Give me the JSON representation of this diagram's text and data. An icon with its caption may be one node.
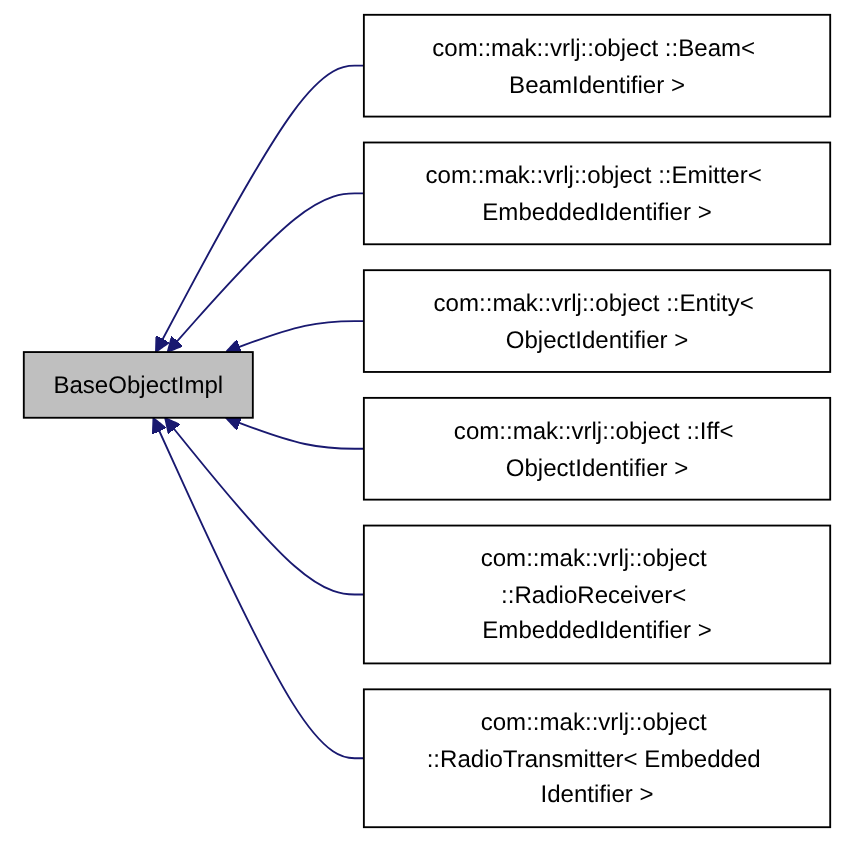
{
  "diagram": {
    "nodes": [
      {
        "text": [
          "BaseObjectImpl"
        ]
      },
      {
        "text": [
          "com::mak::vrlj::object ::Beam< BeamIdentifier >"
        ]
      },
      {
        "text": [
          "com::mak::vrlj::object ::Emitter< EmbeddedIdentifier >"
        ]
      },
      {
        "text": [
          "com::mak::vrlj::object ::Entity< ObjectIdentifier >"
        ]
      },
      {
        "text": [
          "com::mak::vrlj::object ::Iff< ObjectIdentifier >"
        ]
      },
      {
        "text": [
          "com::mak::vrlj::object ::RadioReceiver< EmbeddedIdentifier >"
        ]
      },
      {
        "text": [
          "com::mak::vrlj::object ::RadioTransmitter< Embedded Identifier >"
        ]
      }
    ],
    "edges": [
      {
        "from": 1,
        "to": 0,
        "arrow": "to"
      },
      {
        "from": 2,
        "to": 0,
        "arrow": "to"
      },
      {
        "from": 3,
        "to": 0,
        "arrow": "to"
      },
      {
        "from": 4,
        "to": 0,
        "arrow": "to"
      },
      {
        "from": 5,
        "to": 0,
        "arrow": "to"
      },
      {
        "from": 6,
        "to": 0,
        "arrow": "to"
      }
    ]
  }
}
